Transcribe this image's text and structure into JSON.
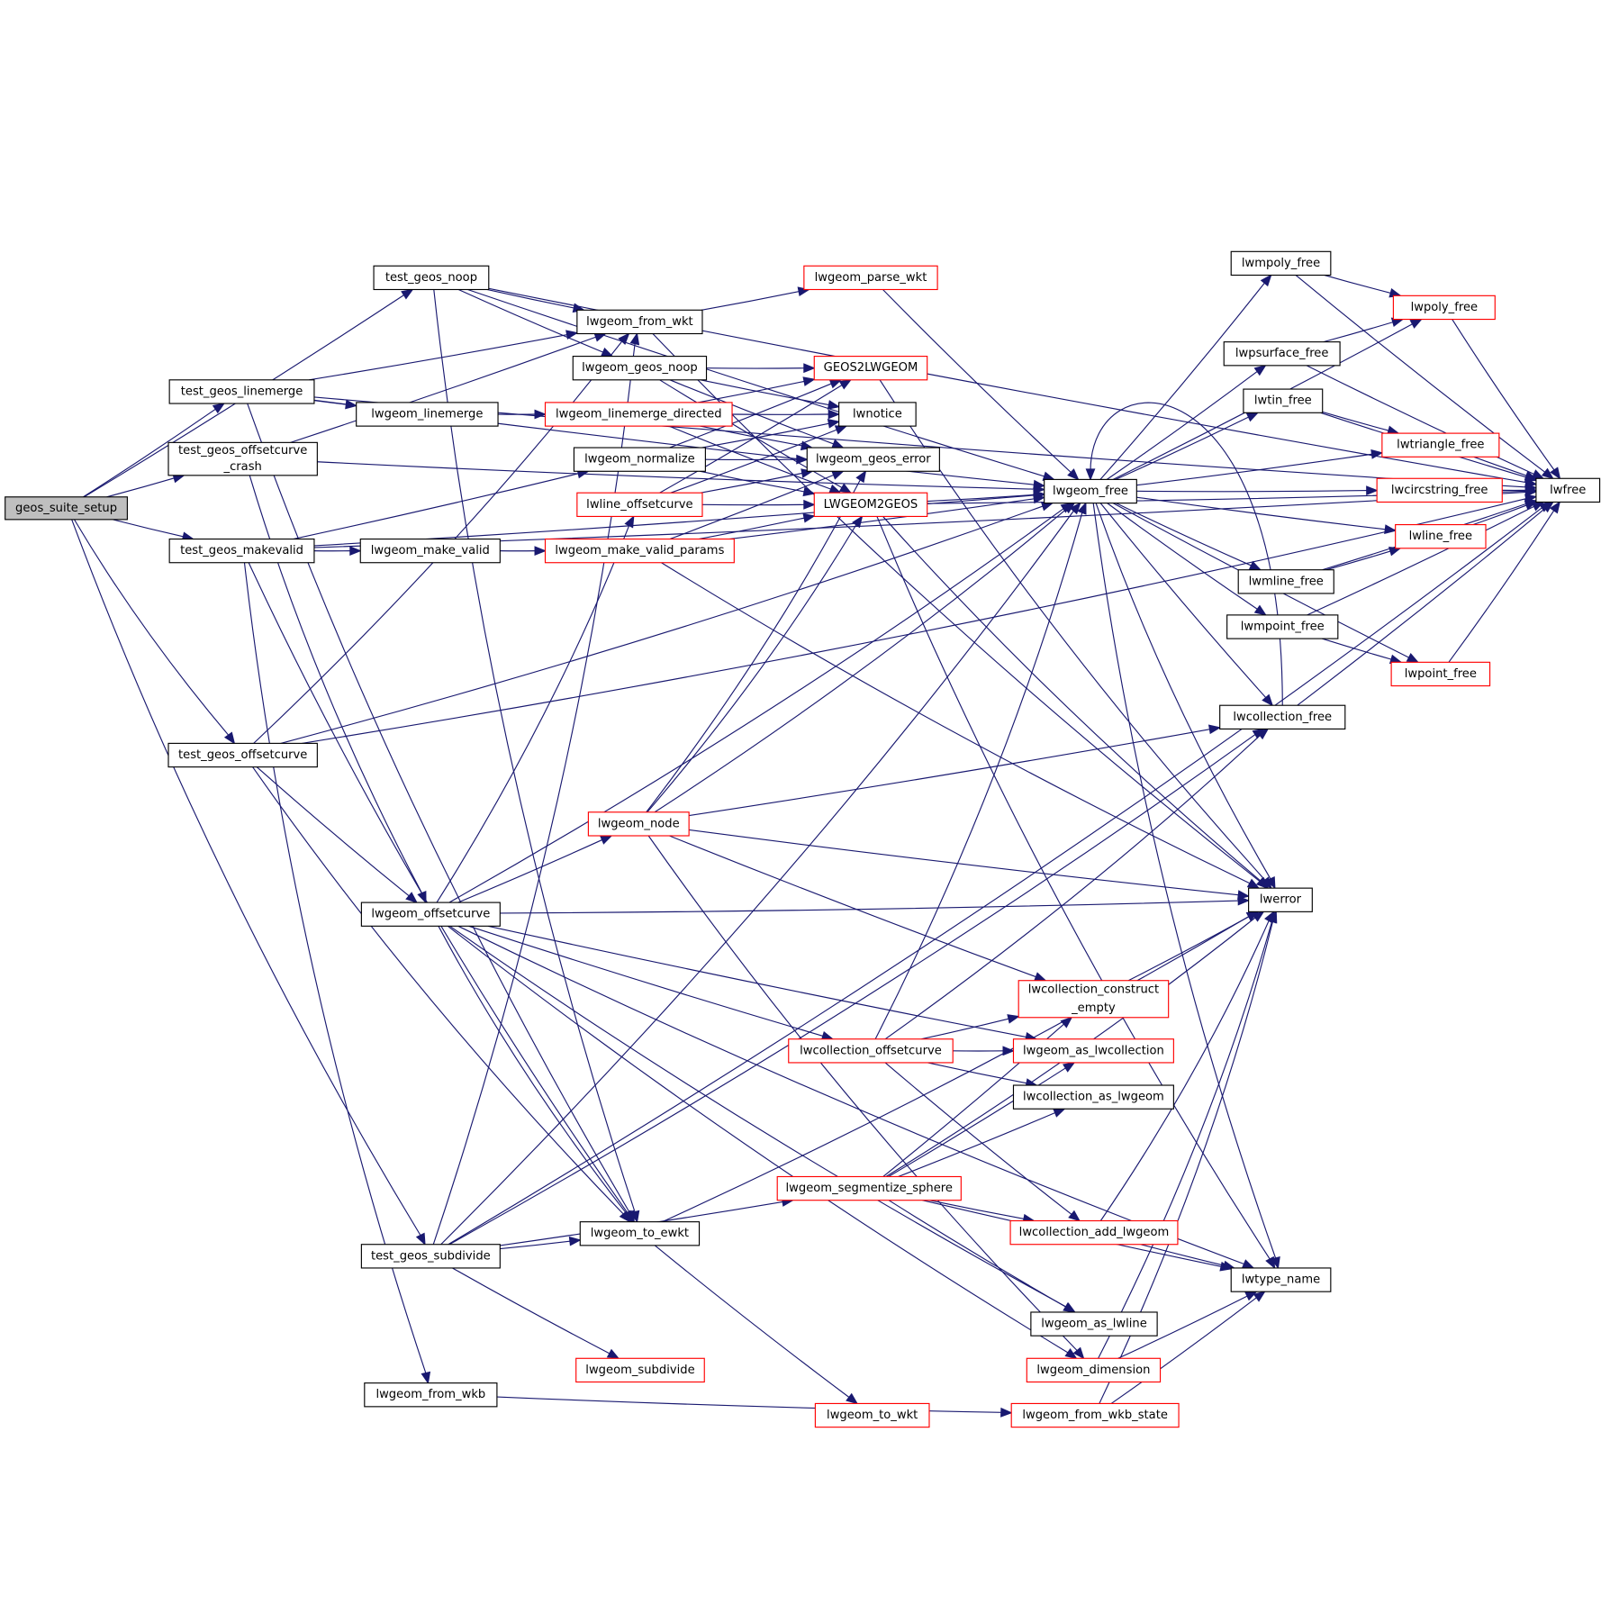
{
  "title": "geos_suite_setup call graph",
  "colors": {
    "edge": "#191970",
    "node_border": "#000000",
    "node_border_incomplete": "#ff0000",
    "root_fill": "#bfbfbf",
    "node_fill": "#ffffff"
  },
  "nodes": [
    {
      "id": "geos_suite_setup",
      "label": [
        "geos_suite_setup"
      ],
      "kind": "root"
    },
    {
      "id": "test_geos_noop",
      "label": [
        "test_geos_noop"
      ],
      "kind": "normal"
    },
    {
      "id": "test_geos_linemerge",
      "label": [
        "test_geos_linemerge"
      ],
      "kind": "normal"
    },
    {
      "id": "test_geos_offsetcurve_crash",
      "label": [
        "test_geos_offsetcurve",
        "_crash"
      ],
      "kind": "normal"
    },
    {
      "id": "test_geos_makevalid",
      "label": [
        "test_geos_makevalid"
      ],
      "kind": "normal"
    },
    {
      "id": "test_geos_offsetcurve",
      "label": [
        "test_geos_offsetcurve"
      ],
      "kind": "normal"
    },
    {
      "id": "test_geos_subdivide",
      "label": [
        "test_geos_subdivide"
      ],
      "kind": "normal"
    },
    {
      "id": "lwgeom_from_wkt",
      "label": [
        "lwgeom_from_wkt"
      ],
      "kind": "normal"
    },
    {
      "id": "lwgeom_geos_noop",
      "label": [
        "lwgeom_geos_noop"
      ],
      "kind": "normal"
    },
    {
      "id": "lwgeom_linemerge",
      "label": [
        "lwgeom_linemerge"
      ],
      "kind": "normal"
    },
    {
      "id": "lwgeom_linemerge_directed",
      "label": [
        "lwgeom_linemerge_directed"
      ],
      "kind": "incomplete"
    },
    {
      "id": "lwgeom_normalize",
      "label": [
        "lwgeom_normalize"
      ],
      "kind": "normal"
    },
    {
      "id": "lwline_offsetcurve",
      "label": [
        "lwline_offsetcurve"
      ],
      "kind": "incomplete"
    },
    {
      "id": "lwgeom_make_valid",
      "label": [
        "lwgeom_make_valid"
      ],
      "kind": "normal"
    },
    {
      "id": "lwgeom_make_valid_params",
      "label": [
        "lwgeom_make_valid_params"
      ],
      "kind": "incomplete"
    },
    {
      "id": "lwgeom_parse_wkt",
      "label": [
        "lwgeom_parse_wkt"
      ],
      "kind": "incomplete"
    },
    {
      "id": "GEOS2LWGEOM",
      "label": [
        "GEOS2LWGEOM"
      ],
      "kind": "incomplete"
    },
    {
      "id": "lwnotice",
      "label": [
        "lwnotice"
      ],
      "kind": "normal"
    },
    {
      "id": "lwgeom_geos_error",
      "label": [
        "lwgeom_geos_error"
      ],
      "kind": "normal"
    },
    {
      "id": "LWGEOM2GEOS",
      "label": [
        "LWGEOM2GEOS"
      ],
      "kind": "incomplete"
    },
    {
      "id": "lwgeom_free",
      "label": [
        "lwgeom_free"
      ],
      "kind": "normal"
    },
    {
      "id": "lwmpoly_free",
      "label": [
        "lwmpoly_free"
      ],
      "kind": "normal"
    },
    {
      "id": "lwpoly_free",
      "label": [
        "lwpoly_free"
      ],
      "kind": "incomplete"
    },
    {
      "id": "lwpsurface_free",
      "label": [
        "lwpsurface_free"
      ],
      "kind": "normal"
    },
    {
      "id": "lwtin_free",
      "label": [
        "lwtin_free"
      ],
      "kind": "normal"
    },
    {
      "id": "lwtriangle_free",
      "label": [
        "lwtriangle_free"
      ],
      "kind": "incomplete"
    },
    {
      "id": "lwcircstring_free",
      "label": [
        "lwcircstring_free"
      ],
      "kind": "incomplete"
    },
    {
      "id": "lwline_free",
      "label": [
        "lwline_free"
      ],
      "kind": "incomplete"
    },
    {
      "id": "lwmline_free",
      "label": [
        "lwmline_free"
      ],
      "kind": "normal"
    },
    {
      "id": "lwmpoint_free",
      "label": [
        "lwmpoint_free"
      ],
      "kind": "normal"
    },
    {
      "id": "lwpoint_free",
      "label": [
        "lwpoint_free"
      ],
      "kind": "incomplete"
    },
    {
      "id": "lwcollection_free",
      "label": [
        "lwcollection_free"
      ],
      "kind": "normal"
    },
    {
      "id": "lwfree",
      "label": [
        "lwfree"
      ],
      "kind": "normal"
    },
    {
      "id": "lwgeom_node",
      "label": [
        "lwgeom_node"
      ],
      "kind": "incomplete"
    },
    {
      "id": "lwgeom_offsetcurve",
      "label": [
        "lwgeom_offsetcurve"
      ],
      "kind": "normal"
    },
    {
      "id": "lwerror",
      "label": [
        "lwerror"
      ],
      "kind": "normal"
    },
    {
      "id": "lwcollection_construct_empty",
      "label": [
        "lwcollection_construct",
        "_empty"
      ],
      "kind": "incomplete"
    },
    {
      "id": "lwcollection_offsetcurve",
      "label": [
        "lwcollection_offsetcurve"
      ],
      "kind": "incomplete"
    },
    {
      "id": "lwgeom_as_lwcollection",
      "label": [
        "lwgeom_as_lwcollection"
      ],
      "kind": "incomplete"
    },
    {
      "id": "lwcollection_as_lwgeom",
      "label": [
        "lwcollection_as_lwgeom"
      ],
      "kind": "normal"
    },
    {
      "id": "lwgeom_segmentize_sphere",
      "label": [
        "lwgeom_segmentize_sphere"
      ],
      "kind": "incomplete"
    },
    {
      "id": "lwcollection_add_lwgeom",
      "label": [
        "lwcollection_add_lwgeom"
      ],
      "kind": "incomplete"
    },
    {
      "id": "lwgeom_to_ewkt",
      "label": [
        "lwgeom_to_ewkt"
      ],
      "kind": "normal"
    },
    {
      "id": "lwtype_name",
      "label": [
        "lwtype_name"
      ],
      "kind": "normal"
    },
    {
      "id": "lwgeom_as_lwline",
      "label": [
        "lwgeom_as_lwline"
      ],
      "kind": "normal"
    },
    {
      "id": "lwgeom_subdivide",
      "label": [
        "lwgeom_subdivide"
      ],
      "kind": "incomplete"
    },
    {
      "id": "lwgeom_dimension",
      "label": [
        "lwgeom_dimension"
      ],
      "kind": "incomplete"
    },
    {
      "id": "lwgeom_from_wkb",
      "label": [
        "lwgeom_from_wkb"
      ],
      "kind": "normal"
    },
    {
      "id": "lwgeom_to_wkt",
      "label": [
        "lwgeom_to_wkt"
      ],
      "kind": "incomplete"
    },
    {
      "id": "lwgeom_from_wkb_state",
      "label": [
        "lwgeom_from_wkb_state"
      ],
      "kind": "incomplete"
    }
  ],
  "edges": [
    [
      "geos_suite_setup",
      "test_geos_noop"
    ],
    [
      "geos_suite_setup",
      "test_geos_linemerge"
    ],
    [
      "geos_suite_setup",
      "test_geos_offsetcurve_crash"
    ],
    [
      "geos_suite_setup",
      "test_geos_makevalid"
    ],
    [
      "geos_suite_setup",
      "test_geos_offsetcurve"
    ],
    [
      "geos_suite_setup",
      "test_geos_subdivide"
    ],
    [
      "test_geos_noop",
      "lwgeom_from_wkt"
    ],
    [
      "test_geos_noop",
      "lwgeom_geos_noop"
    ],
    [
      "test_geos_noop",
      "lwgeom_free"
    ],
    [
      "test_geos_noop",
      "lwfree"
    ],
    [
      "test_geos_noop",
      "lwgeom_to_ewkt"
    ],
    [
      "test_geos_linemerge",
      "lwgeom_from_wkt"
    ],
    [
      "test_geos_linemerge",
      "lwgeom_linemerge"
    ],
    [
      "test_geos_linemerge",
      "lwgeom_free"
    ],
    [
      "test_geos_linemerge",
      "lwfree"
    ],
    [
      "test_geos_linemerge",
      "lwgeom_to_ewkt"
    ],
    [
      "test_geos_offsetcurve_crash",
      "lwgeom_from_wkt"
    ],
    [
      "test_geos_offsetcurve_crash",
      "lwgeom_free"
    ],
    [
      "test_geos_offsetcurve_crash",
      "lwgeom_offsetcurve"
    ],
    [
      "test_geos_makevalid",
      "lwgeom_make_valid"
    ],
    [
      "test_geos_makevalid",
      "lwgeom_normalize"
    ],
    [
      "test_geos_makevalid",
      "lwgeom_free"
    ],
    [
      "test_geos_makevalid",
      "lwgeom_from_wkb"
    ],
    [
      "test_geos_makevalid",
      "lwgeom_to_ewkt"
    ],
    [
      "test_geos_makevalid",
      "lwfree"
    ],
    [
      "test_geos_offsetcurve",
      "lwgeom_from_wkt"
    ],
    [
      "test_geos_offsetcurve",
      "lwgeom_offsetcurve"
    ],
    [
      "test_geos_offsetcurve",
      "lwgeom_free"
    ],
    [
      "test_geos_offsetcurve",
      "lwgeom_to_ewkt"
    ],
    [
      "test_geos_offsetcurve",
      "lwfree"
    ],
    [
      "test_geos_subdivide",
      "lwgeom_from_wkt"
    ],
    [
      "test_geos_subdivide",
      "lwgeom_subdivide"
    ],
    [
      "test_geos_subdivide",
      "lwgeom_to_ewkt"
    ],
    [
      "test_geos_subdivide",
      "lwgeom_free"
    ],
    [
      "test_geos_subdivide",
      "lwcollection_free"
    ],
    [
      "test_geos_subdivide",
      "lwgeom_segmentize_sphere"
    ],
    [
      "test_geos_subdivide",
      "lwfree"
    ],
    [
      "lwgeom_from_wkt",
      "lwgeom_parse_wkt"
    ],
    [
      "lwgeom_from_wkt",
      "lwerror"
    ],
    [
      "lwgeom_geos_noop",
      "GEOS2LWGEOM"
    ],
    [
      "lwgeom_geos_noop",
      "lwnotice"
    ],
    [
      "lwgeom_geos_noop",
      "lwgeom_geos_error"
    ],
    [
      "lwgeom_geos_noop",
      "LWGEOM2GEOS"
    ],
    [
      "lwgeom_linemerge",
      "lwgeom_linemerge_directed"
    ],
    [
      "lwgeom_linemerge_directed",
      "GEOS2LWGEOM"
    ],
    [
      "lwgeom_linemerge_directed",
      "lwnotice"
    ],
    [
      "lwgeom_linemerge_directed",
      "lwgeom_geos_error"
    ],
    [
      "lwgeom_linemerge_directed",
      "LWGEOM2GEOS"
    ],
    [
      "lwgeom_normalize",
      "GEOS2LWGEOM"
    ],
    [
      "lwgeom_normalize",
      "lwnotice"
    ],
    [
      "lwgeom_normalize",
      "lwgeom_geos_error"
    ],
    [
      "lwgeom_normalize",
      "LWGEOM2GEOS"
    ],
    [
      "lwline_offsetcurve",
      "GEOS2LWGEOM"
    ],
    [
      "lwline_offsetcurve",
      "lwnotice"
    ],
    [
      "lwline_offsetcurve",
      "lwgeom_geos_error"
    ],
    [
      "lwline_offsetcurve",
      "LWGEOM2GEOS"
    ],
    [
      "lwgeom_make_valid",
      "lwgeom_make_valid_params"
    ],
    [
      "lwgeom_make_valid_params",
      "lwgeom_geos_error"
    ],
    [
      "lwgeom_make_valid_params",
      "LWGEOM2GEOS"
    ],
    [
      "lwgeom_make_valid_params",
      "lwgeom_free"
    ],
    [
      "lwgeom_make_valid_params",
      "lwerror"
    ],
    [
      "lwgeom_parse_wkt",
      "lwgeom_free"
    ],
    [
      "GEOS2LWGEOM",
      "lwerror"
    ],
    [
      "LWGEOM2GEOS",
      "lwgeom_free"
    ],
    [
      "LWGEOM2GEOS",
      "lwfree"
    ],
    [
      "LWGEOM2GEOS",
      "lwerror"
    ],
    [
      "LWGEOM2GEOS",
      "lwtype_name"
    ],
    [
      "lwgeom_free",
      "lwmpoly_free"
    ],
    [
      "lwgeom_free",
      "lwpoly_free"
    ],
    [
      "lwgeom_free",
      "lwpsurface_free"
    ],
    [
      "lwgeom_free",
      "lwtin_free"
    ],
    [
      "lwgeom_free",
      "lwtriangle_free"
    ],
    [
      "lwgeom_free",
      "lwcircstring_free"
    ],
    [
      "lwgeom_free",
      "lwline_free"
    ],
    [
      "lwgeom_free",
      "lwmline_free"
    ],
    [
      "lwgeom_free",
      "lwmpoint_free"
    ],
    [
      "lwgeom_free",
      "lwpoint_free"
    ],
    [
      "lwgeom_free",
      "lwcollection_free"
    ],
    [
      "lwgeom_free",
      "lwerror"
    ],
    [
      "lwgeom_free",
      "lwtype_name"
    ],
    [
      "lwmpoly_free",
      "lwpoly_free"
    ],
    [
      "lwmpoly_free",
      "lwfree"
    ],
    [
      "lwpoly_free",
      "lwfree"
    ],
    [
      "lwpsurface_free",
      "lwpoly_free"
    ],
    [
      "lwpsurface_free",
      "lwfree"
    ],
    [
      "lwtin_free",
      "lwtriangle_free"
    ],
    [
      "lwtin_free",
      "lwfree"
    ],
    [
      "lwtriangle_free",
      "lwfree"
    ],
    [
      "lwcircstring_free",
      "lwfree"
    ],
    [
      "lwline_free",
      "lwfree"
    ],
    [
      "lwmline_free",
      "lwline_free"
    ],
    [
      "lwmline_free",
      "lwfree"
    ],
    [
      "lwmpoint_free",
      "lwpoint_free"
    ],
    [
      "lwmpoint_free",
      "lwfree"
    ],
    [
      "lwpoint_free",
      "lwfree"
    ],
    [
      "lwcollection_free",
      "lwgeom_free"
    ],
    [
      "lwcollection_free",
      "lwfree"
    ],
    [
      "lwgeom_offsetcurve",
      "lwline_offsetcurve"
    ],
    [
      "lwgeom_offsetcurve",
      "lwgeom_node"
    ],
    [
      "lwgeom_offsetcurve",
      "lwerror"
    ],
    [
      "lwgeom_offsetcurve",
      "lwcollection_offsetcurve"
    ],
    [
      "lwgeom_offsetcurve",
      "lwgeom_free"
    ],
    [
      "lwgeom_offsetcurve",
      "lwgeom_as_lwcollection"
    ],
    [
      "lwgeom_offsetcurve",
      "lwgeom_to_ewkt"
    ],
    [
      "lwgeom_offsetcurve",
      "lwgeom_as_lwline"
    ],
    [
      "lwgeom_offsetcurve",
      "lwgeom_dimension"
    ],
    [
      "lwgeom_offsetcurve",
      "lwtype_name"
    ],
    [
      "lwgeom_node",
      "lwgeom_geos_error"
    ],
    [
      "lwgeom_node",
      "LWGEOM2GEOS"
    ],
    [
      "lwgeom_node",
      "lwgeom_free"
    ],
    [
      "lwgeom_node",
      "lwcollection_free"
    ],
    [
      "lwgeom_node",
      "lwerror"
    ],
    [
      "lwgeom_node",
      "lwcollection_construct_empty"
    ],
    [
      "lwgeom_node",
      "lwgeom_dimension"
    ],
    [
      "lwcollection_offsetcurve",
      "lwgeom_free"
    ],
    [
      "lwcollection_offsetcurve",
      "lwcollection_free"
    ],
    [
      "lwcollection_offsetcurve",
      "lwcollection_construct_empty"
    ],
    [
      "lwcollection_offsetcurve",
      "lwgeom_as_lwcollection"
    ],
    [
      "lwcollection_offsetcurve",
      "lwcollection_as_lwgeom"
    ],
    [
      "lwcollection_offsetcurve",
      "lwcollection_add_lwgeom"
    ],
    [
      "lwcollection_construct_empty",
      "lwerror"
    ],
    [
      "lwgeom_segmentize_sphere",
      "lwcollection_construct_empty"
    ],
    [
      "lwgeom_segmentize_sphere",
      "lwgeom_as_lwcollection"
    ],
    [
      "lwgeom_segmentize_sphere",
      "lwcollection_as_lwgeom"
    ],
    [
      "lwgeom_segmentize_sphere",
      "lwcollection_add_lwgeom"
    ],
    [
      "lwgeom_segmentize_sphere",
      "lwerror"
    ],
    [
      "lwgeom_segmentize_sphere",
      "lwtype_name"
    ],
    [
      "lwgeom_segmentize_sphere",
      "lwgeom_as_lwline"
    ],
    [
      "lwcollection_add_lwgeom",
      "lwerror"
    ],
    [
      "lwcollection_add_lwgeom",
      "lwtype_name"
    ],
    [
      "lwgeom_to_ewkt",
      "lwgeom_to_wkt"
    ],
    [
      "lwgeom_to_ewkt",
      "lwerror"
    ],
    [
      "lwgeom_dimension",
      "lwerror"
    ],
    [
      "lwgeom_dimension",
      "lwtype_name"
    ],
    [
      "lwgeom_from_wkb",
      "lwgeom_from_wkb_state"
    ],
    [
      "lwgeom_from_wkb_state",
      "lwerror"
    ],
    [
      "lwgeom_from_wkb_state",
      "lwtype_name"
    ]
  ]
}
